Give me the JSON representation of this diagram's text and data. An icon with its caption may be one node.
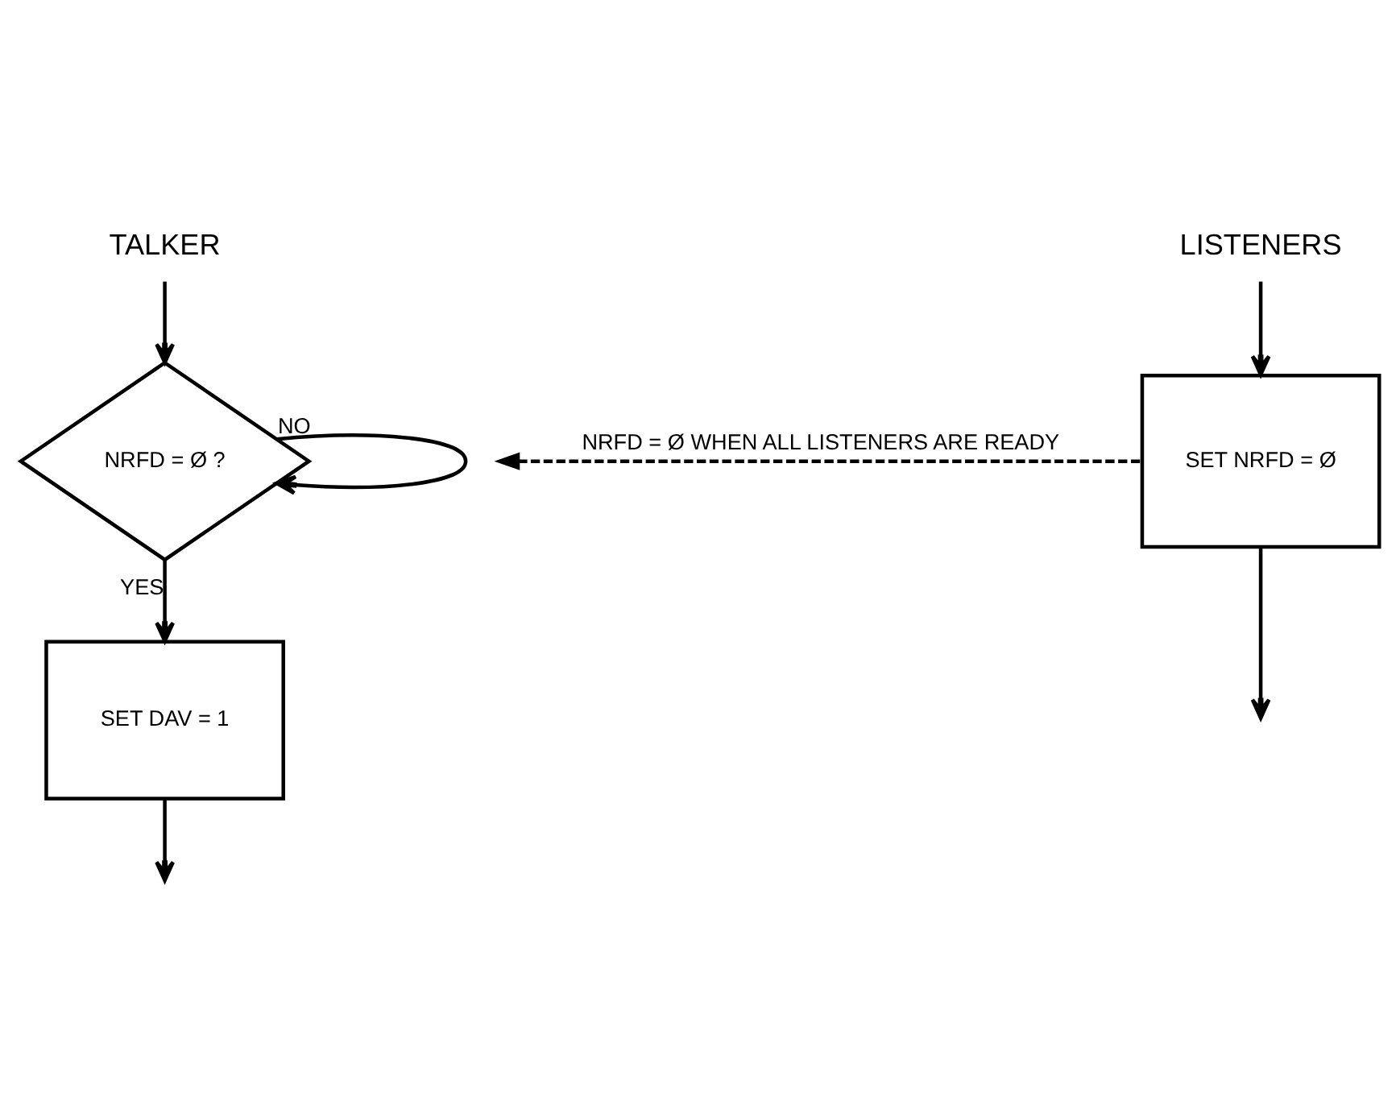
{
  "diagram": {
    "nodes": [
      {
        "text": [
          "TALKER"
        ]
      },
      {
        "text": [
          "NRFD = Ø ?"
        ]
      },
      {
        "text": [
          "SET DAV = 1"
        ]
      },
      {
        "text": [
          "LISTENERS"
        ]
      },
      {
        "text": [
          "SET NRFD = Ø"
        ]
      }
    ],
    "edges": [
      {
        "from": 0,
        "to": 1,
        "arrow": "to"
      },
      {
        "from": 1,
        "to": 1,
        "arrow": "to",
        "label": "NO"
      },
      {
        "from": 1,
        "to": 2,
        "arrow": "to",
        "label": "YES"
      },
      {
        "from": 2,
        "to": null,
        "arrow": "to"
      },
      {
        "from": 3,
        "to": 4,
        "arrow": "to"
      },
      {
        "from": 4,
        "to": null,
        "arrow": "to",
        "style": "dashed",
        "label": "NRFD = Ø WHEN ALL LISTENERS ARE READY"
      },
      {
        "from": 4,
        "to": null,
        "arrow": "to"
      }
    ]
  }
}
